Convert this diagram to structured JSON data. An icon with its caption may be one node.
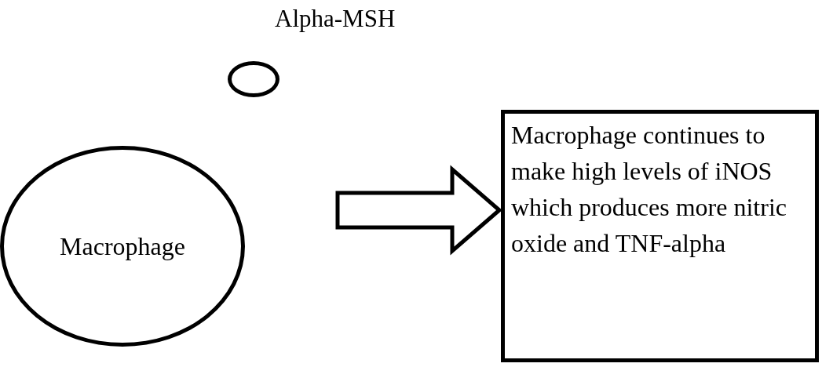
{
  "diagram": {
    "nodes": [
      {
        "text": [],
        "shape": "circle",
        "beside": [
          "Alpha-MSH"
        ]
      },
      {
        "text": [
          "Macrophage"
        ]
      },
      {
        "text": [
          "Macrophage continues to make high levels of iNOS which produces more nitric oxide and TNF-alpha"
        ]
      }
    ],
    "edges": [
      {
        "from": 1,
        "to": 2,
        "arrow": "to"
      }
    ]
  }
}
